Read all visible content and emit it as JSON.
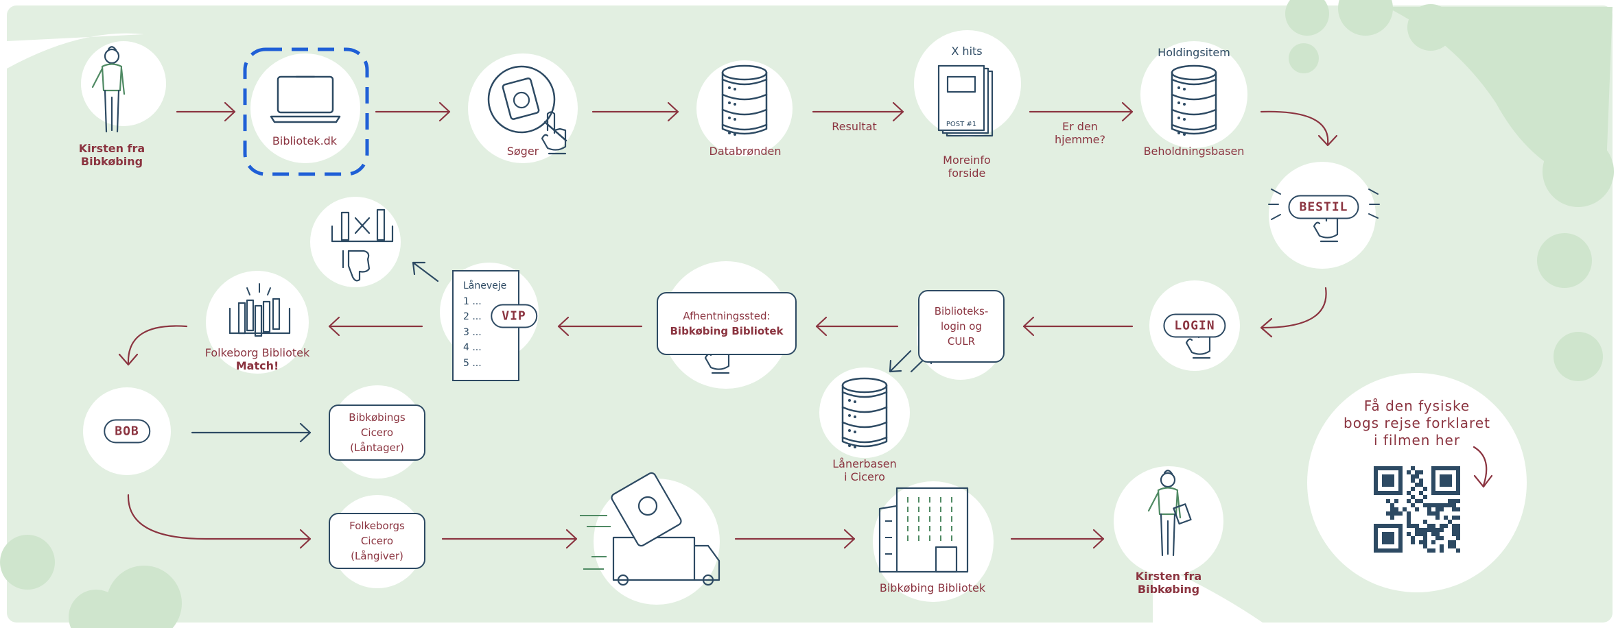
{
  "labels": {
    "kirsten_start": [
      "Kirsten fra",
      "Bibkøbing"
    ],
    "bibliotek": "Bibliotek.dk",
    "soger": "Søger",
    "databronden": "Databrønden",
    "resultat": "Resultat",
    "x_hits": "X hits",
    "moreinfo": [
      "Moreinfo",
      "forside"
    ],
    "post": "POST #1",
    "er_den": [
      "Er den",
      "hjemme?"
    ],
    "holdingsitem": "Holdingsitem",
    "beholdningsbasen": "Beholdningsbasen",
    "bestil": "BESTIL",
    "login": "LOGIN",
    "biblioteks_login": [
      "Biblioteks-",
      "login og",
      "CULR"
    ],
    "lanerbasen": [
      "Lånerbasen",
      "i Cicero"
    ],
    "afhentningssted": "Afhentningssted:",
    "bibkobing_bibliotek_bold": "Bibkøbing Bibliotek",
    "laneveje": "Låneveje",
    "laneveje_items": [
      "1 ...",
      "2 ...",
      "3 ...",
      "4 ...",
      "5 ..."
    ],
    "vip": "VIP",
    "folkeborg_match": [
      "Folkeborg Bibliotek",
      "Match!"
    ],
    "bob": "BOB",
    "bibkobings_cicero": [
      "Bibkøbings",
      "Cicero",
      "(Låntager)"
    ],
    "folkeborgs_cicero": [
      "Folkeborgs",
      "Cicero",
      "(Långiver)"
    ],
    "bibkobing_bibliotek": "Bibkøbing Bibliotek",
    "kirsten_end": [
      "Kirsten fra",
      "Bibkøbing"
    ],
    "qr_text": [
      "Få den fysiske",
      "bogs rejse forklaret",
      "i filmen her"
    ]
  },
  "colors": {
    "background": "#e2efe1",
    "blob": "#cfe5cd",
    "node_fill": "#ffffff",
    "ink": "#2d4a63",
    "accent": "#8b3440",
    "figure_green": "#4f8a63",
    "highlight_dash": "#1f5fd6"
  },
  "icons": [
    "person-icon",
    "laptop-icon",
    "search-icon",
    "database-icon",
    "document-icon",
    "hand-pointer-icon",
    "books-icon",
    "thumbs-down-icon",
    "truck-icon",
    "building-icon",
    "qr-code-icon"
  ]
}
